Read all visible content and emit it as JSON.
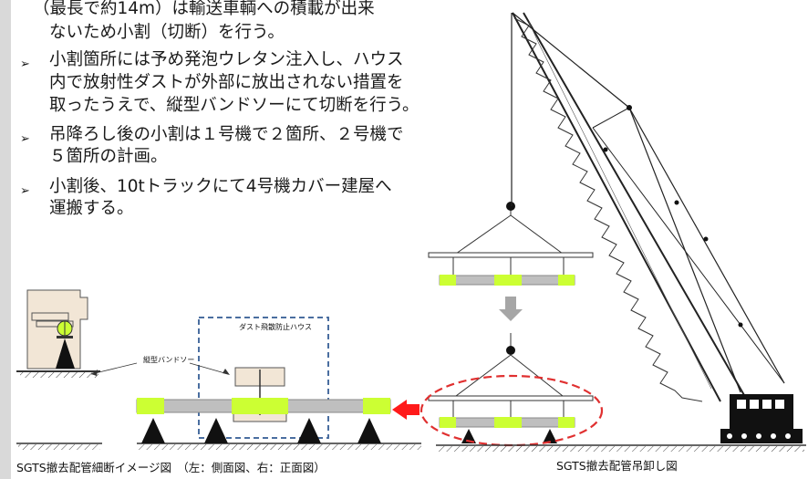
{
  "text": {
    "para1_line1": "（最長で約14m）は輸送車輌への積載が出来",
    "para1_line2": "ないため小割（切断）を行う。",
    "bullet_symbol": "➢",
    "bullet1_line1": "小割箇所には予め発泡ウレタン注入し、ハウス",
    "bullet1_line2": "内で放射性ダストが外部に放出されない措置を",
    "bullet1_line3": "取ったうえで、縦型バンドソーにて切断を行う。",
    "bullet2_line1": "吊降ろし後の小割は１号機で２箇所、２号機で",
    "bullet2_line2": "５箇所の計画。",
    "bullet3_line1": "小割後、10tトラックにて4号機カバー建屋へ",
    "bullet3_line2": "運搬する。"
  },
  "figure": {
    "label_band_saw": "縦型バンドソー",
    "label_dust_house": "ダスト飛散防止ハウス",
    "caption_left": "SGTS撤去配管細断イメージ図　（左：側面図、右：正面図）",
    "caption_right": "SGTS撤去配管吊卸し図"
  },
  "colors": {
    "pipe_gray": "#bfbfbf",
    "band_yellow": "#ccff33",
    "dashed_blue": "#4a6ea0",
    "arrow_red": "#ff1a1a",
    "ellipse_red": "#e03030",
    "arrow_gray": "#a6a6a6"
  }
}
